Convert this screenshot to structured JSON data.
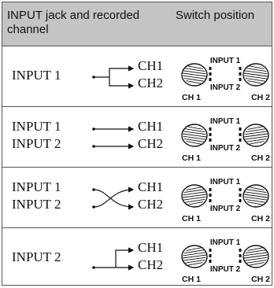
{
  "header": {
    "col1": "INPUT jack and recorded channel",
    "col2": "Switch position"
  },
  "rows": [
    {
      "inputs": [
        "INPUT 1"
      ],
      "channels": [
        "CH1",
        "CH2"
      ],
      "switch": {
        "top": "INPUT 1",
        "bottom": "INPUT 2",
        "left": "CH 1",
        "right": "CH 2",
        "ch1": "INPUT 1",
        "ch2": "INPUT 1"
      }
    },
    {
      "inputs": [
        "INPUT 1",
        "INPUT 2"
      ],
      "channels": [
        "CH1",
        "CH2"
      ],
      "switch": {
        "top": "INPUT 1",
        "bottom": "INPUT 2",
        "left": "CH 1",
        "right": "CH 2",
        "ch1": "INPUT 1",
        "ch2": "INPUT 2"
      }
    },
    {
      "inputs": [
        "INPUT 1",
        "INPUT 2"
      ],
      "channels": [
        "CH1",
        "CH2"
      ],
      "switch": {
        "top": "INPUT 1",
        "bottom": "INPUT 2",
        "left": "CH 1",
        "right": "CH 2",
        "ch1": "INPUT 2",
        "ch2": "INPUT 1"
      }
    },
    {
      "inputs": [
        "INPUT 2"
      ],
      "channels": [
        "CH1",
        "CH2"
      ],
      "switch": {
        "top": "INPUT 1",
        "bottom": "INPUT 2",
        "left": "CH 1",
        "right": "CH 2",
        "ch1": "INPUT 2",
        "ch2": "INPUT 2"
      }
    }
  ]
}
